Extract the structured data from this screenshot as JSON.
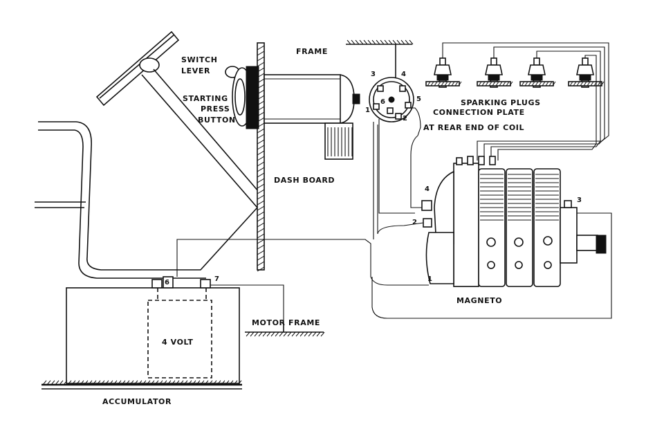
{
  "labels": {
    "switch_lever_1": "SWITCH",
    "switch_lever_2": "LEVER",
    "starting_press_1": "STARTING",
    "starting_press_2": "PRESS",
    "starting_press_3": "BUTTON",
    "frame": "FRAME",
    "dash_board": "DASH BOARD",
    "sparking_plugs": "SPARKING PLUGS",
    "connection_plate": "CONNECTION PLATE",
    "rear_end_coil": "AT REAR END OF COIL",
    "magneto": "MAGNETO",
    "motor_frame": "MOTOR FRAME",
    "four_volt": "4 VOLT",
    "accumulator": "ACCUMULATOR"
  },
  "terminal_numbers": {
    "plate_1": "1",
    "plate_2": "2",
    "plate_3": "3",
    "plate_4": "4",
    "plate_5": "5",
    "plate_6": "6",
    "magneto_1": "1",
    "magneto_2": "2",
    "magneto_3": "3",
    "magneto_4": "4",
    "accumulator_6": "6",
    "accumulator_7": "7"
  }
}
